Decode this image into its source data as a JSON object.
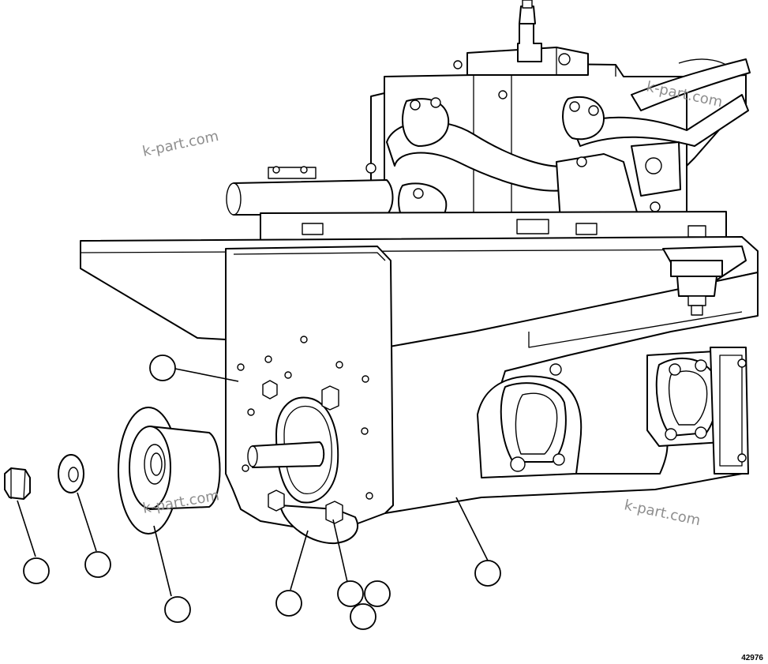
{
  "diagram": {
    "figure_number": "42976",
    "watermark": [
      "k-part.com",
      "k-part.com",
      "k-part.com",
      "k-part.com"
    ],
    "callout_labels": [
      "",
      "",
      "",
      "",
      "",
      "",
      "",
      "",
      "",
      ""
    ]
  }
}
